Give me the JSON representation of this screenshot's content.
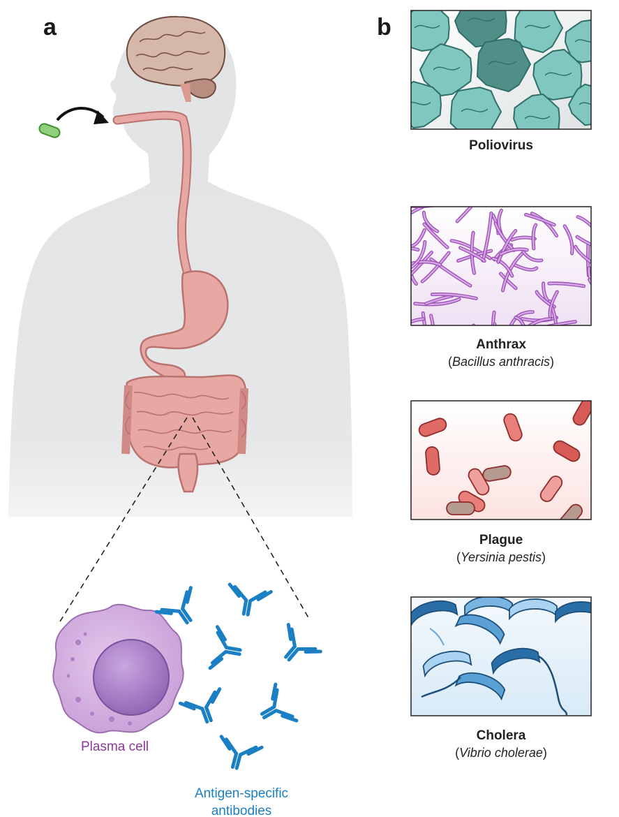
{
  "panels": {
    "a": {
      "letter": "a",
      "plasma_cell_label": "Plasma cell",
      "antibodies_label_line1": "Antigen-specific",
      "antibodies_label_line2": "antibodies"
    },
    "b": {
      "letter": "b",
      "pathogens": [
        {
          "name": "Poliovirus",
          "scientific": "",
          "icon": "poliovirus-micrograph"
        },
        {
          "name": "Anthrax",
          "scientific": "Bacillus anthracis",
          "icon": "anthrax-micrograph"
        },
        {
          "name": "Plague",
          "scientific": "Yersinia pestis",
          "icon": "plague-micrograph"
        },
        {
          "name": "Cholera",
          "scientific": "Vibrio cholerae",
          "icon": "cholera-micrograph"
        }
      ]
    }
  },
  "colors": {
    "body_silhouette": "#e4e5e6",
    "gut": "#e7a7a3",
    "gut_outline": "#b9726e",
    "brain": "#c9a99a",
    "plasma_cell": "#c79ad6",
    "plasma_label": "#8b3a9b",
    "antibody": "#1b7fc4",
    "bacterium": "#8fd07c",
    "polio": "#7fc7bf",
    "anthrax": "#b36ec8",
    "plague": "#e06a66",
    "cholera": "#5aa0d4"
  }
}
